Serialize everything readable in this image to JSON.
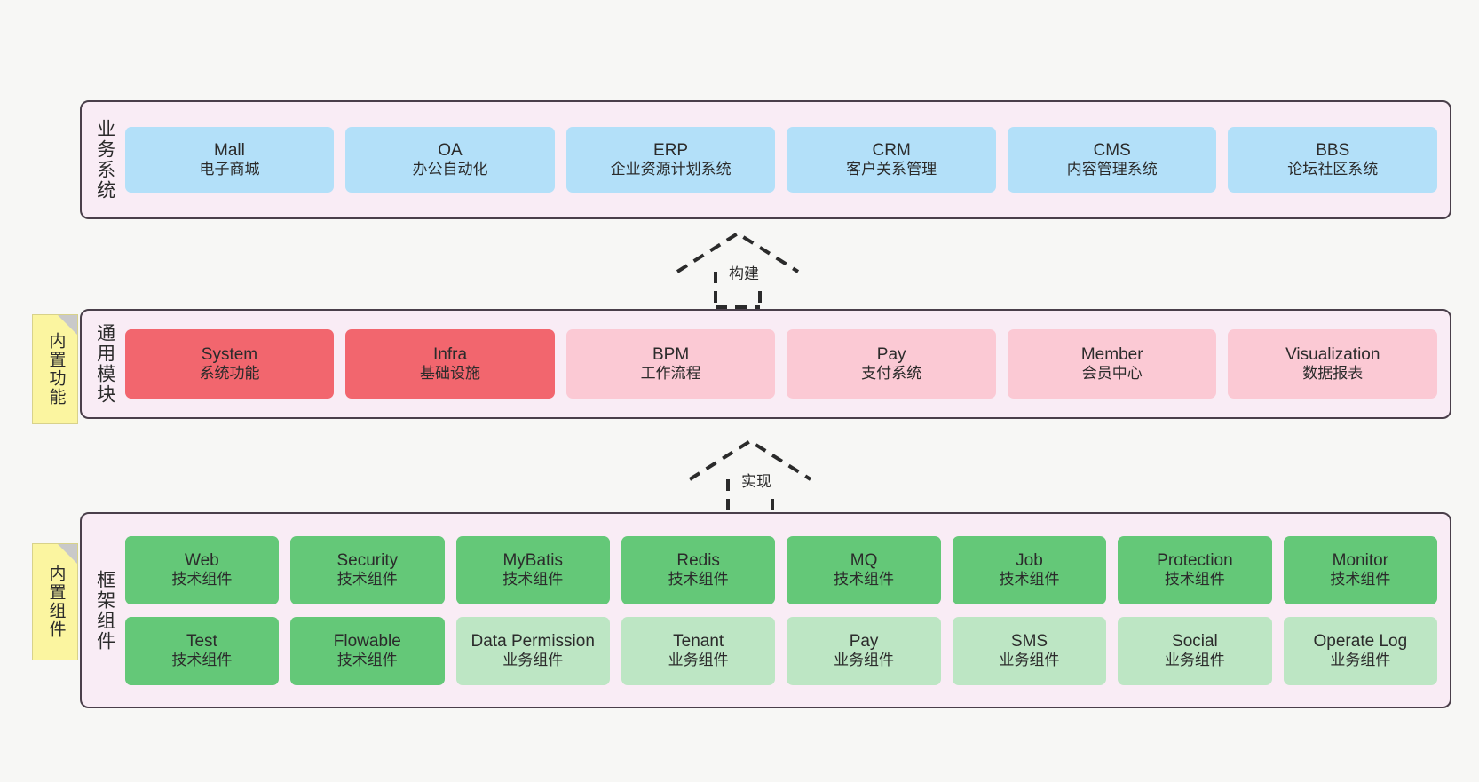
{
  "layers": [
    {
      "id": "business",
      "label": "业务系统",
      "cards": [
        {
          "t1": "Mall",
          "t2": "电子商城"
        },
        {
          "t1": "OA",
          "t2": "办公自动化"
        },
        {
          "t1": "ERP",
          "t2": "企业资源计划系统"
        },
        {
          "t1": "CRM",
          "t2": "客户关系管理"
        },
        {
          "t1": "CMS",
          "t2": "内容管理系统"
        },
        {
          "t1": "BBS",
          "t2": "论坛社区系统"
        }
      ]
    },
    {
      "id": "common",
      "label": "通用模块",
      "sticky": "内置功能",
      "cards": [
        {
          "t1": "System",
          "t2": "系统功能"
        },
        {
          "t1": "Infra",
          "t2": "基础设施"
        },
        {
          "t1": "BPM",
          "t2": "工作流程"
        },
        {
          "t1": "Pay",
          "t2": "支付系统"
        },
        {
          "t1": "Member",
          "t2": "会员中心"
        },
        {
          "t1": "Visualization",
          "t2": "数据报表"
        }
      ]
    },
    {
      "id": "framework",
      "label": "框架组件",
      "sticky": "内置组件",
      "row1": [
        {
          "t1": "Web",
          "t2": "技术组件"
        },
        {
          "t1": "Security",
          "t2": "技术组件"
        },
        {
          "t1": "MyBatis",
          "t2": "技术组件"
        },
        {
          "t1": "Redis",
          "t2": "技术组件"
        },
        {
          "t1": "MQ",
          "t2": "技术组件"
        },
        {
          "t1": "Job",
          "t2": "技术组件"
        },
        {
          "t1": "Protection",
          "t2": "技术组件"
        },
        {
          "t1": "Monitor",
          "t2": "技术组件"
        }
      ],
      "row2": [
        {
          "t1": "Test",
          "t2": "技术组件"
        },
        {
          "t1": "Flowable",
          "t2": "技术组件"
        },
        {
          "t1": "Data Permission",
          "t2": "业务组件"
        },
        {
          "t1": "Tenant",
          "t2": "业务组件"
        },
        {
          "t1": "Pay",
          "t2": "业务组件"
        },
        {
          "t1": "SMS",
          "t2": "业务组件"
        },
        {
          "t1": "Social",
          "t2": "业务组件"
        },
        {
          "t1": "Operate Log",
          "t2": "业务组件"
        }
      ]
    }
  ],
  "connectors": [
    {
      "id": "build",
      "label": "构建"
    },
    {
      "id": "impl",
      "label": "实现"
    }
  ],
  "colors": {
    "panel_bg": "#f9ecf5",
    "panel_border": "#4a3f4a",
    "blue": "#b3e0f9",
    "red": "#f2666e",
    "pink": "#fbc9d4",
    "green": "#64c878",
    "light_green": "#bde6c4",
    "sticky": "#fbf5a0",
    "canvas_bg": "#f7f7f5"
  }
}
